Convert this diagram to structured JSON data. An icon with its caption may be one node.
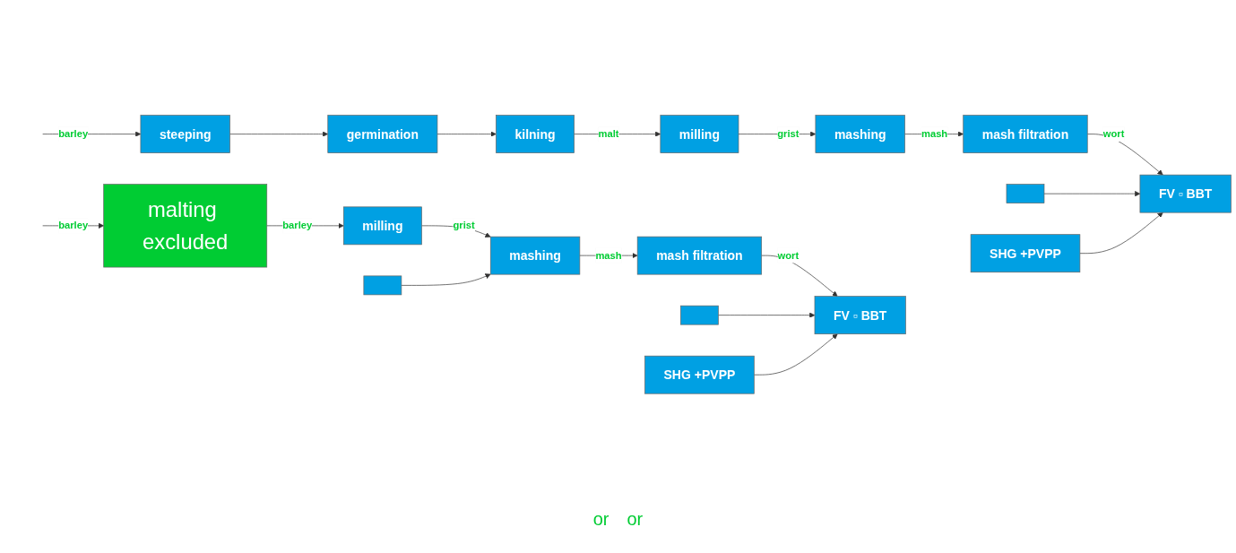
{
  "diagram": {
    "nodes": [
      {
        "text": [
          "steeping"
        ]
      },
      {
        "text": [
          "germination"
        ]
      },
      {
        "text": [
          "kilning"
        ]
      },
      {
        "text": [
          "milling"
        ]
      },
      {
        "text": [
          "mashing"
        ]
      },
      {
        "text": [
          "mash filtration"
        ]
      },
      {
        "text": [
          "FV ▫ BBT"
        ]
      },
      {
        "text": [],
        "shape": "box"
      },
      {
        "text": [
          "SHG +PVPP"
        ]
      },
      {
        "text": [
          "malting excluded"
        ]
      },
      {
        "text": [
          "milling"
        ]
      },
      {
        "text": [],
        "shape": "box"
      },
      {
        "text": [
          "mashing"
        ]
      },
      {
        "text": [
          "mash filtration"
        ]
      },
      {
        "text": [
          "FV ▫ BBT"
        ]
      },
      {
        "text": [],
        "shape": "box"
      },
      {
        "text": [
          "SHG +PVPP"
        ]
      }
    ],
    "edges": [
      {
        "from": null,
        "to": 0,
        "arrow": "to",
        "label": "barley"
      },
      {
        "from": 0,
        "to": 1,
        "arrow": "to"
      },
      {
        "from": 1,
        "to": 2,
        "arrow": "to"
      },
      {
        "from": 2,
        "to": 3,
        "arrow": "to",
        "label": "malt"
      },
      {
        "from": 3,
        "to": 4,
        "arrow": "to",
        "label": "grist"
      },
      {
        "from": 4,
        "to": 5,
        "arrow": "to",
        "label": "mash"
      },
      {
        "from": 5,
        "to": 6,
        "arrow": "to",
        "label": "wort"
      },
      {
        "from": 7,
        "to": 6,
        "arrow": "to"
      },
      {
        "from": 8,
        "to": 6,
        "arrow": "to"
      },
      {
        "from": null,
        "to": 9,
        "arrow": "to",
        "label": "barley"
      },
      {
        "from": 9,
        "to": 10,
        "arrow": "to",
        "label": "barley"
      },
      {
        "from": 10,
        "to": 12,
        "arrow": "to",
        "label": "grist"
      },
      {
        "from": 11,
        "to": 12,
        "arrow": "to"
      },
      {
        "from": 12,
        "to": 13,
        "arrow": "to",
        "label": "mash"
      },
      {
        "from": 13,
        "to": 14,
        "arrow": "to",
        "label": "wort"
      },
      {
        "from": 15,
        "to": 14,
        "arrow": "to"
      },
      {
        "from": 16,
        "to": 14,
        "arrow": "to"
      }
    ],
    "labels": [
      "or",
      "or"
    ]
  }
}
